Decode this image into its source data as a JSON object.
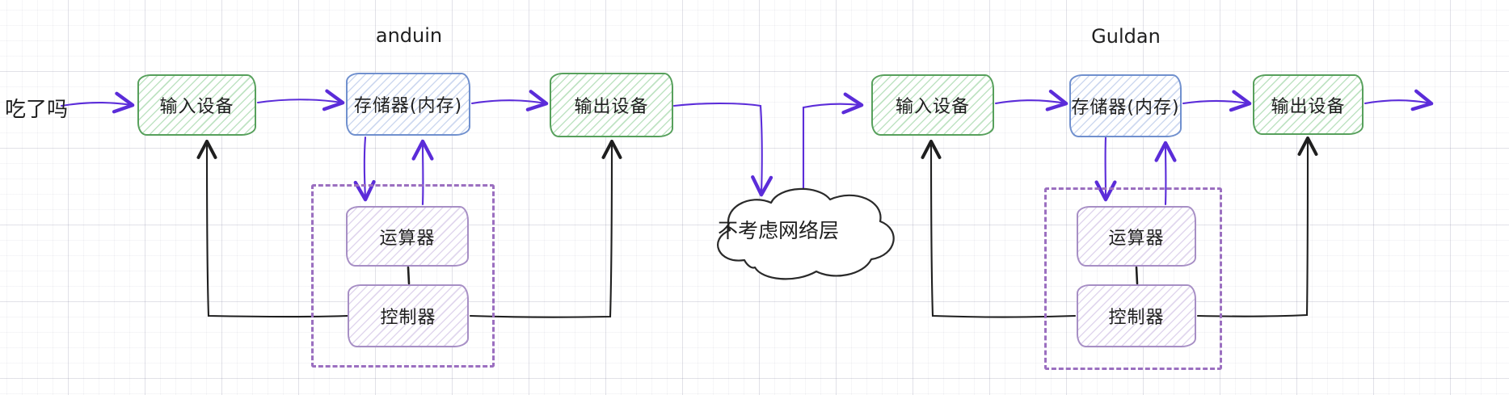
{
  "diagram": {
    "input_prompt": "吃了吗",
    "cloud_label": "不考虑网络层",
    "systems": [
      {
        "title": "anduin",
        "input": "输入设备",
        "memory": "存储器(内存)",
        "output": "输出设备",
        "alu": "运算器",
        "controller": "控制器"
      },
      {
        "title": "Guldan",
        "input": "输入设备",
        "memory": "存储器(内存)",
        "output": "输出设备",
        "alu": "运算器",
        "controller": "控制器"
      }
    ],
    "colors": {
      "arrow_purple": "#5b2cd9",
      "line_black": "#1f1f1f",
      "node_green_stroke": "#57a05c",
      "node_blue_stroke": "#7090ce",
      "node_violet_stroke": "#a78fc5",
      "cpu_dashed_violet": "#9b6fc0",
      "background": "#ffffff"
    }
  }
}
